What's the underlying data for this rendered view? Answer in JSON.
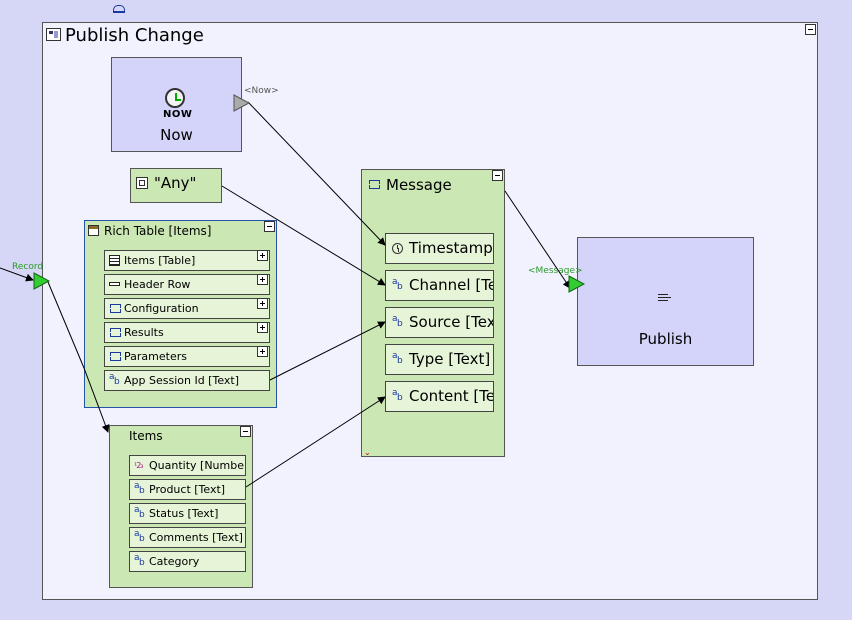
{
  "frame": {
    "title": "Publish Change"
  },
  "now_node": {
    "badge": "NOW",
    "label": "Now",
    "port_label": "<Now>"
  },
  "constant": {
    "label": "\"Any\""
  },
  "input_port": {
    "label": "Record"
  },
  "rich_table": {
    "title": "Rich Table [Items]",
    "fields": [
      {
        "label": "Items [Table]",
        "icon": "table-icon",
        "expandable": true
      },
      {
        "label": "Header Row",
        "icon": "row-icon",
        "expandable": true
      },
      {
        "label": "Configuration",
        "icon": "structure-icon",
        "expandable": true
      },
      {
        "label": "Results",
        "icon": "structure-icon",
        "expandable": true
      },
      {
        "label": "Parameters",
        "icon": "structure-icon",
        "expandable": true
      },
      {
        "label": "App Session Id [Text]",
        "icon": "text-icon",
        "expandable": false
      }
    ]
  },
  "items": {
    "title": "Items",
    "fields": [
      {
        "label": "Quantity [Number]",
        "icon": "number-icon",
        "glyph": "¹2₃"
      },
      {
        "label": "Product [Text]",
        "icon": "text-icon"
      },
      {
        "label": "Status [Text]",
        "icon": "text-icon"
      },
      {
        "label": "Comments [Text]",
        "icon": "text-icon"
      },
      {
        "label": "Category",
        "icon": "text-icon"
      }
    ]
  },
  "message": {
    "title": "Message",
    "fields": [
      {
        "label": "Timestamp [",
        "icon": "clock-icon"
      },
      {
        "label": "Channel [Te",
        "icon": "text-icon"
      },
      {
        "label": "Source [Tex",
        "icon": "text-icon"
      },
      {
        "label": "Type [Text]",
        "icon": "text-icon"
      },
      {
        "label": "Content [Te",
        "icon": "text-icon"
      }
    ]
  },
  "publish": {
    "label": "Publish",
    "port_label": "<Message>"
  },
  "colors": {
    "canvas": "#d6d6f6",
    "frame": "#f2f2ff",
    "data_node": "#cbe8b4",
    "action_node": "#d4d4fa",
    "port_active": "#33cc33",
    "port_inactive": "#aaaaaa"
  }
}
